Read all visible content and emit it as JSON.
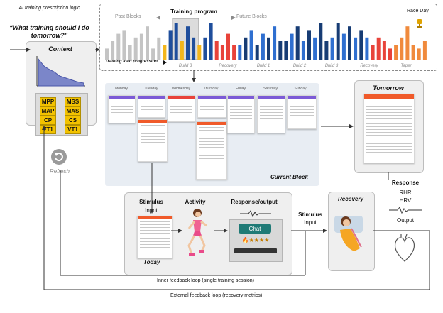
{
  "header": {
    "title": "AI training prescription logic",
    "question": "“What training should I do tomorrow?”"
  },
  "context": {
    "label": "Context",
    "metrics": [
      "MPP",
      "MSS",
      "MAP",
      "MAS",
      "CP",
      "CS",
      "VT1",
      "VT1"
    ],
    "refresh_label": "Refresh"
  },
  "program": {
    "title": "Training program",
    "past_label": "Past Blocks",
    "future_label": "Future Blocks",
    "race_label": "Race Day",
    "load_label": "Training load progression",
    "blocks": [
      "Build 3",
      "Recovery",
      "Build 1",
      "Build 2",
      "Build 3",
      "Recovery",
      "Taper"
    ],
    "bar_values": [
      3,
      5,
      7,
      8,
      4,
      6,
      7,
      9,
      3,
      6,
      4,
      8,
      10,
      5,
      9,
      6,
      4,
      6,
      10,
      5,
      4,
      7,
      4,
      4,
      6,
      8,
      4,
      7,
      6,
      9,
      5,
      5,
      7,
      9,
      5,
      8,
      6,
      10,
      5,
      6,
      10,
      7,
      9,
      6,
      8,
      6,
      4,
      6,
      5,
      3,
      4,
      6,
      9,
      4,
      3,
      5
    ],
    "current_bar_start": 10,
    "current_bar_end": 18
  },
  "current_block": {
    "label": "Current Block",
    "days": [
      "Monday",
      "Tuesday",
      "Wednesday",
      "Thursday",
      "Friday",
      "Saturday",
      "Sunday"
    ]
  },
  "tomorrow": {
    "label": "Tomorrow"
  },
  "today": {
    "label": "Today"
  },
  "loop": {
    "stimulus_label": "Stimulus",
    "input_label": "Input",
    "activity_label": "Activity",
    "response_output_label": "Response/output",
    "chat_label": "Chat",
    "stimulus2_label": "Stimulus",
    "input2_label": "Input",
    "recovery_label": "Recovery",
    "response_label": "Response",
    "rhr_label": "RHR",
    "hrv_label": "HRV",
    "output_label": "Output",
    "inner_loop_label": "Inner feedback loop (single training session)",
    "external_loop_label": "External feedback loop (recovery metrics)"
  },
  "colors": {
    "past": "#c4c4c4",
    "current_blue": "#1f4e9c",
    "current_yellow": "#f3b61c",
    "recovery_red": "#e8433a",
    "build_navy": "#173c74",
    "build_blue": "#2f6fd0",
    "taper_orange": "#f08a3c",
    "chat_teal": "#1f7a76",
    "card_orange": "#f05a2a",
    "panel_gray": "#efefef"
  }
}
